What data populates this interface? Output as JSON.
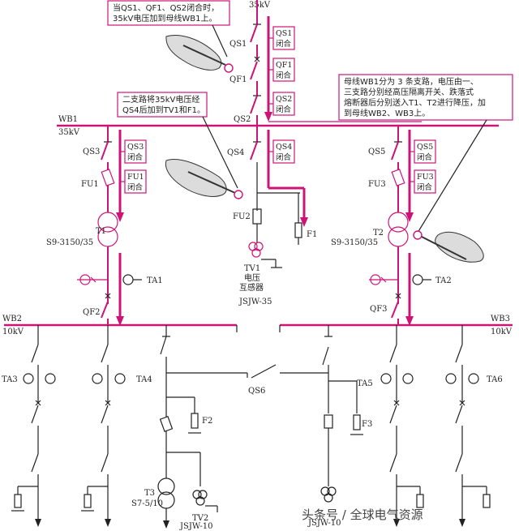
{
  "source_label": "35kV",
  "notes": {
    "n1_line1": "当QS1、QF1、QS2闭合时，",
    "n1_line2": "35kV电压加到母线WB1上。",
    "n2_line1": "二支路将35kV电压经",
    "n2_line2": "QS4后加到TV1和F1。",
    "n3_line1": "母线WB1分为 3 条支路，电压由一、",
    "n3_line2": "三支路分别经高压隔离开关、跌落式",
    "n3_line3": "熔断器后分别送入T1、T2进行降压，加",
    "n3_line4": "到母线WB2、WB3上。"
  },
  "tags": {
    "qs1": [
      "QS1",
      "闭合"
    ],
    "qf1": [
      "QF1",
      "闭合"
    ],
    "qs2": [
      "QS2",
      "闭合"
    ],
    "qs3": [
      "QS3",
      "闭合"
    ],
    "qs4": [
      "QS4",
      "闭合"
    ],
    "qs5": [
      "QS5",
      "闭合"
    ],
    "fu1": [
      "FU1",
      "闭合"
    ],
    "fu3": [
      "FU3",
      "闭合"
    ]
  },
  "labels": {
    "qs1": "QS1",
    "qf1": "QF1",
    "qs2": "QS2",
    "wb1": "WB1",
    "wb1_kv": "35kV",
    "qs3": "QS3",
    "qs4": "QS4",
    "qs5": "QS5",
    "fu1": "FU1",
    "fu2": "FU2",
    "fu3": "FU3",
    "f1": "F1",
    "t1": "T1",
    "t1_model": "S9-3150/35",
    "t2": "T2",
    "t2_model": "S9-3150/35",
    "tv1": "TV1",
    "tv1_l2": "电压",
    "tv1_l3": "互感器",
    "tv1_model": "JSJW-35",
    "ta1": "TA1",
    "ta2": "TA2",
    "qf2": "QF2",
    "qf3": "QF3",
    "wb2": "WB2",
    "wb2_kv": "10kV",
    "wb3": "WB3",
    "wb3_kv": "10kV",
    "qs6": "QS6",
    "ta3": "TA3",
    "ta4": "TA4",
    "ta5": "TA5",
    "ta6": "TA6",
    "f2": "F2",
    "f3": "F3",
    "t3": "T3",
    "t3_model": "S7-5/10",
    "tv2": "TV2",
    "tv2_model": "JSJW-10",
    "tv3_model": "JSJW-10"
  },
  "watermark": "头条号 / 全球电气资源",
  "colors": {
    "accent": "#cc1477",
    "line": "#222222"
  }
}
